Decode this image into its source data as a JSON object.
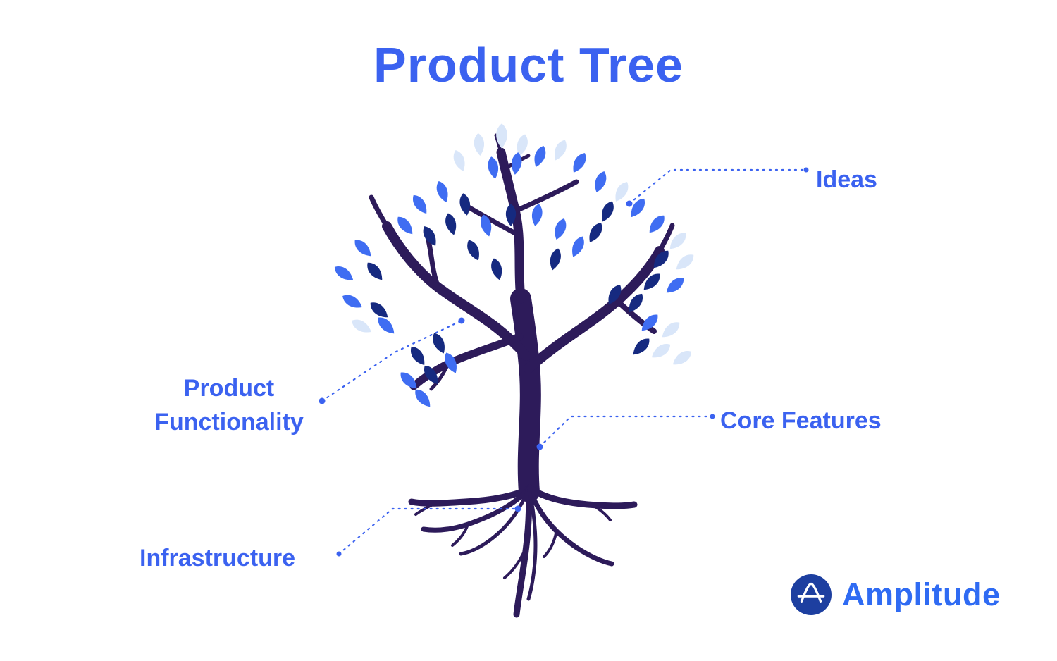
{
  "page": {
    "title": "Product Tree"
  },
  "callouts": {
    "ideas": "Ideas",
    "product_functionality": "Product Functionality",
    "core_features": "Core Features",
    "infrastructure": "Infrastructure"
  },
  "branding": {
    "logo_text": "Amplitude"
  },
  "colors": {
    "title": "#3b62f0",
    "label": "#3b62f0",
    "trunk": "#2d1b5a",
    "leaf_light": "#d9e6f9",
    "leaf_mid": "#3f6df2",
    "leaf_dark": "#162a80",
    "leader_line": "#3b62f0",
    "logo_circle": "#1d3fa0",
    "logo_text": "#2f6bf3",
    "background": "#ffffff"
  }
}
